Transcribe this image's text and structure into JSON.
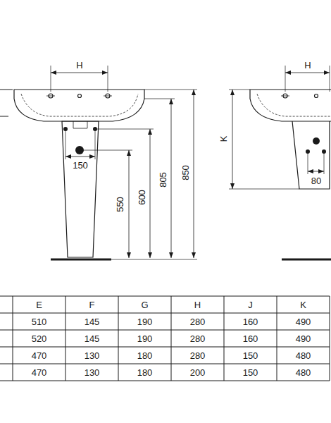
{
  "diagram": {
    "labels": [
      "H",
      "150",
      "550",
      "600",
      "805",
      "850",
      "H",
      "K",
      "80",
      "E",
      "F",
      "G",
      "H",
      "J",
      "K",
      "510",
      "145",
      "190",
      "280",
      "160",
      "490",
      "520",
      "145",
      "190",
      "280",
      "160",
      "490",
      "470",
      "130",
      "180",
      "280",
      "150",
      "480",
      "470",
      "130",
      "180",
      "200",
      "150",
      "480"
    ]
  }
}
